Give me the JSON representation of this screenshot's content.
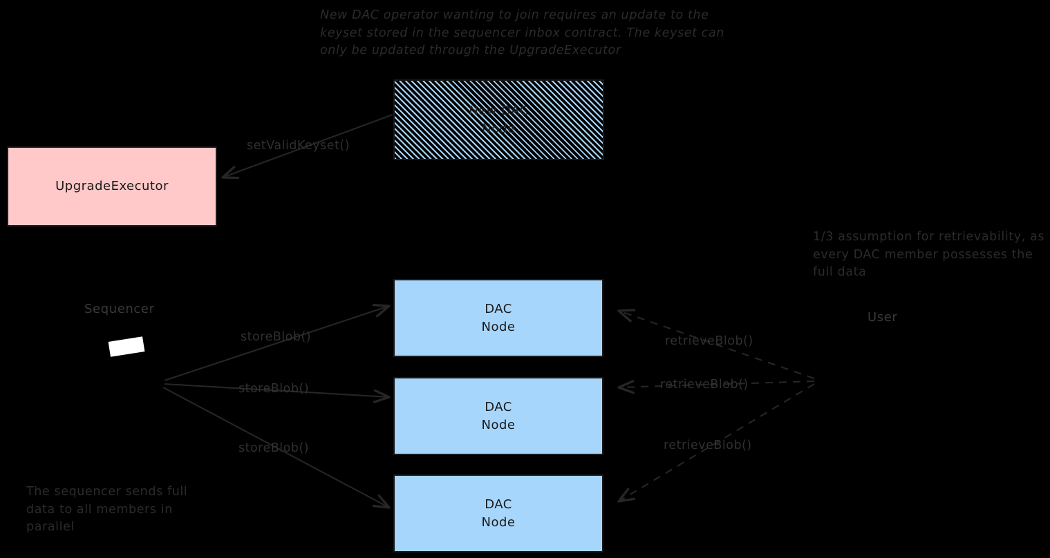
{
  "colors": {
    "background": "#000000",
    "node_fill": "#a7d6fc",
    "upgrade_executor_fill": "#ffc9ca",
    "stroke": "#1a1a1a",
    "annotation_text": "#2b2b2b",
    "sequencer_slab": "#ffffff"
  },
  "annotations": {
    "keyset_update": "New DAC operator wanting to join requires an update to the keyset stored in the sequencer inbox contract. The keyset can only be updated through the UpgradeExecutor",
    "retrievability": "1/3 assumption for retrievability, as every DAC member possesses the full data",
    "parallel_send": "The sequencer sends full data to all members in parallel"
  },
  "captions": {
    "sequencer": "Sequencer",
    "user": "User"
  },
  "boxes": {
    "upgrade_executor": {
      "label": "UpgradeExecutor",
      "fill": "#ffc9ca",
      "style": "solid"
    },
    "new_dac_node": {
      "label": "New DAC\nNode",
      "fill": "#a7d6fc",
      "style": "hatched"
    },
    "dac_node_1": {
      "label": "DAC\nNode",
      "fill": "#a7d6fc",
      "style": "solid"
    },
    "dac_node_2": {
      "label": "DAC\nNode",
      "fill": "#a7d6fc",
      "style": "solid"
    },
    "dac_node_3": {
      "label": "DAC\nNode",
      "fill": "#a7d6fc",
      "style": "solid"
    }
  },
  "edges": {
    "set_valid_keyset": {
      "label": "setValidKeyset()",
      "style": "solid",
      "direction": "new-dac-node-to-upgrade-executor"
    },
    "store_blob_1": {
      "label": "storeBlob()",
      "style": "solid",
      "direction": "sequencer-to-dac-node-1"
    },
    "store_blob_2": {
      "label": "storeBlob()",
      "style": "solid",
      "direction": "sequencer-to-dac-node-2"
    },
    "store_blob_3": {
      "label": "storeBlob()",
      "style": "solid",
      "direction": "sequencer-to-dac-node-3"
    },
    "retrieve_blob_1": {
      "label": "retrieveBlob()",
      "style": "dashed",
      "direction": "user-to-dac-node-1"
    },
    "retrieve_blob_2": {
      "label": "retrieveBlob()",
      "style": "dashed",
      "direction": "user-to-dac-node-2"
    },
    "retrieve_blob_3": {
      "label": "retrieveBlob()",
      "style": "dashed",
      "direction": "user-to-dac-node-3"
    }
  }
}
